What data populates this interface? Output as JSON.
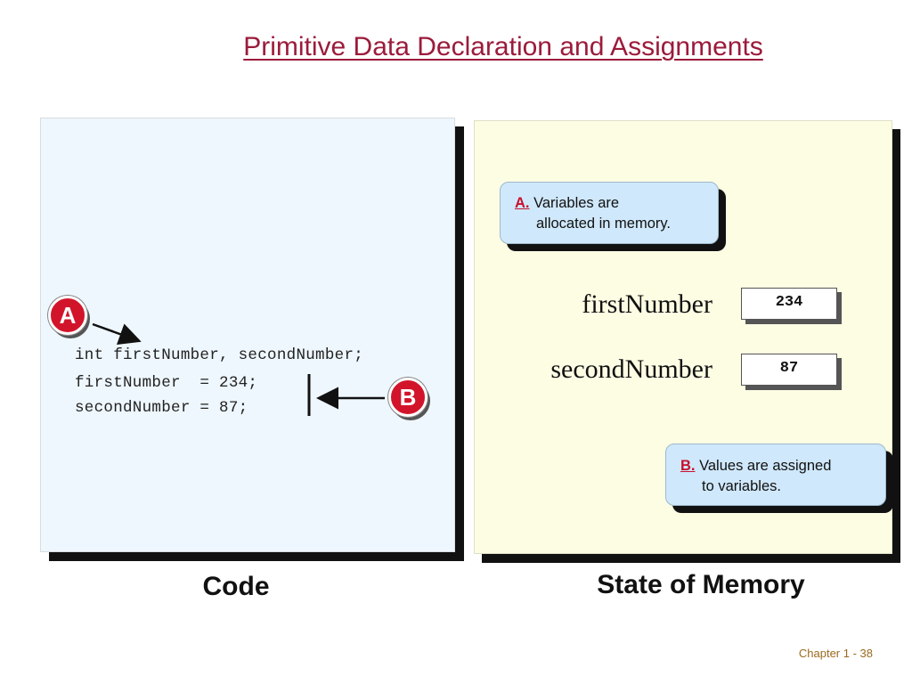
{
  "title": "Primitive Data Declaration and Assignments",
  "code_lines": [
    "int firstNumber, secondNumber;",
    "firstNumber  = 234;",
    "secondNumber = 87;"
  ],
  "badges": {
    "a": "A",
    "b": "B"
  },
  "callouts": {
    "a": {
      "tag": "A.",
      "line1": "Variables are",
      "line2": "allocated in memory."
    },
    "b": {
      "tag": "B.",
      "line1": "Values are assigned",
      "line2": "to variables."
    }
  },
  "memory": [
    {
      "name": "firstNumber",
      "value": "234"
    },
    {
      "name": "secondNumber",
      "value": "87"
    }
  ],
  "captions": {
    "code": "Code",
    "memory": "State of Memory"
  },
  "footer": "Chapter 1 - 38",
  "colors": {
    "accent": "#c8102e",
    "title": "#9b1b3b",
    "code_bg": "#eef7fd",
    "memory_bg": "#fdfde4",
    "callout_bg": "#cfe8fb"
  }
}
